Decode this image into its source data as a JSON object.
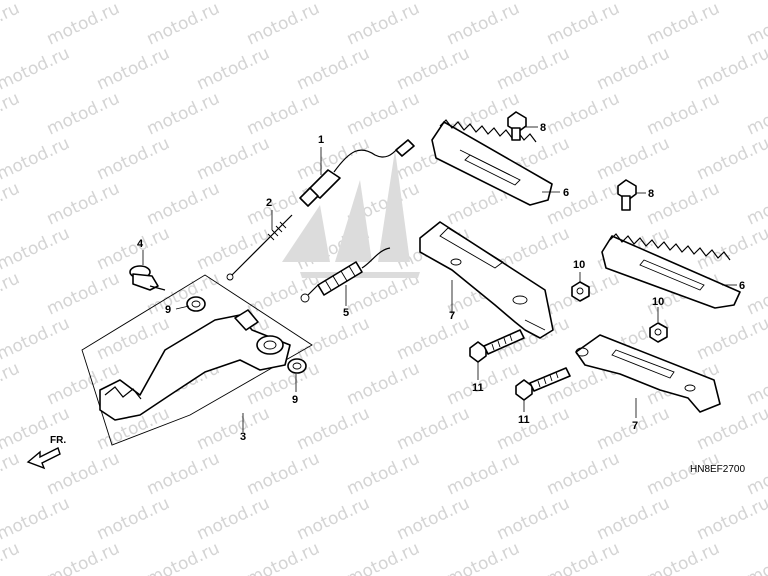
{
  "watermark": {
    "text": "motod.ru"
  },
  "direction_label": "FR.",
  "diagram_code": "HN8EF2700",
  "callouts": [
    {
      "id": "c1",
      "label": "1"
    },
    {
      "id": "c2",
      "label": "2"
    },
    {
      "id": "c3",
      "label": "3"
    },
    {
      "id": "c4",
      "label": "4"
    },
    {
      "id": "c5",
      "label": "5"
    },
    {
      "id": "c6a",
      "label": "6"
    },
    {
      "id": "c6b",
      "label": "6"
    },
    {
      "id": "c7a",
      "label": "7"
    },
    {
      "id": "c7b",
      "label": "7"
    },
    {
      "id": "c8a",
      "label": "8"
    },
    {
      "id": "c8b",
      "label": "8"
    },
    {
      "id": "c9a",
      "label": "9"
    },
    {
      "id": "c9b",
      "label": "9"
    },
    {
      "id": "c10a",
      "label": "10"
    },
    {
      "id": "c10b",
      "label": "10"
    },
    {
      "id": "c11a",
      "label": "11"
    },
    {
      "id": "c11b",
      "label": "11"
    }
  ]
}
